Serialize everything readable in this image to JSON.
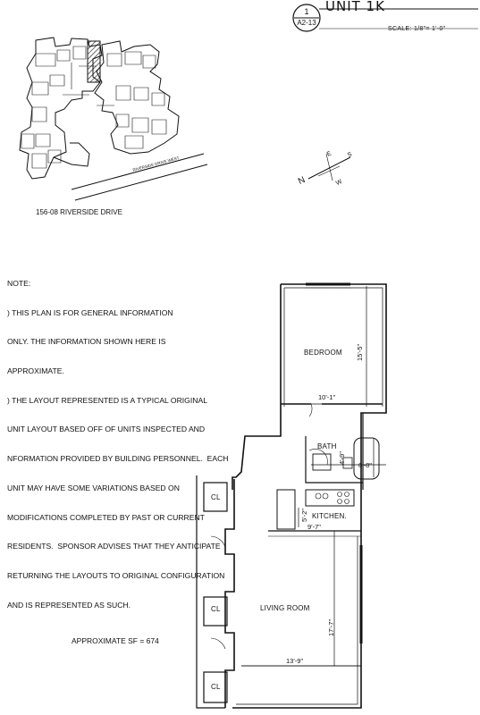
{
  "header": {
    "bubble_top": "1",
    "bubble_bottom": "A2-13",
    "unit_title": "UNIT 1K",
    "scale": "SCALE: 1/8\"= 1'-0\""
  },
  "key_plan": {
    "street_label": "RIVERSIDE DRIVE WEST",
    "address": "156-08 RIVERSIDE DRIVE"
  },
  "compass": {
    "n": "N",
    "e": "E",
    "s": "S",
    "w": "W"
  },
  "note": {
    "lines": [
      "NOTE:",
      ") THIS PLAN IS FOR GENERAL INFORMATION",
      "ONLY. THE INFORMATION SHOWN HERE IS",
      "APPROXIMATE.",
      ") THE LAYOUT REPRESENTED IS A TYPICAL ORIGINAL",
      "UNIT LAYOUT BASED OFF OF UNITS INSPECTED AND",
      "NFORMATION PROVIDED BY BUILDING PERSONNEL.  EACH",
      "UNIT MAY HAVE SOME VARIATIONS BASED ON",
      "MODIFICATIONS COMPLETED BY PAST OR CURRENT",
      "RESIDENTS.  SPONSOR ADVISES THAT THEY ANTICIPATE",
      "RETURNING THE LAYOUTS TO ORIGINAL CONFIGURATION",
      "AND IS REPRESENTED AS SUCH."
    ]
  },
  "rooms": {
    "bedroom": "BEDROOM",
    "bath": "BATH",
    "kitchen": "KITCHEN.",
    "living_room": "LIVING ROOM",
    "closet_1": "CL",
    "closet_2": "CL",
    "closet_3": "CL"
  },
  "dimensions": {
    "bedroom_width": "10'-1\"",
    "bedroom_length": "15'-5\"",
    "bath_width": "4'-9\"",
    "bath_length": "6'-8\"",
    "kitchen_width": "9'-7\"",
    "kitchen_length": "5'-2\"",
    "living_width": "13'-9\"",
    "living_length": "17'-7\""
  },
  "approx_sf": "APPROXIMATE SF = 674"
}
